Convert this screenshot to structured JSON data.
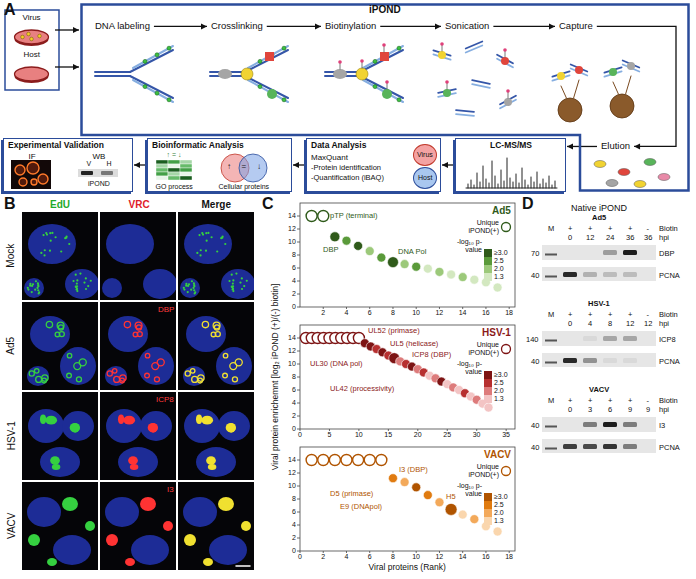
{
  "diagram": {
    "nodes": [
      {
        "text": [
          "Virus"
        ]
      },
      {
        "text": [
          "Host"
        ]
      },
      {
        "text": [
          "iPOND"
        ]
      },
      {
        "text": [
          "DNA labeling"
        ],
        "in": 2
      },
      {
        "text": [
          "Crosslinking"
        ],
        "in": 2
      },
      {
        "text": [
          "Biotinylation"
        ],
        "in": 2
      },
      {
        "text": [
          "Sonication"
        ],
        "in": 2
      },
      {
        "text": [
          "Capture"
        ],
        "in": 2
      },
      {
        "text": [
          "Elution"
        ],
        "in": 2
      },
      {
        "text": [
          "Experimental Validation",
          "IF",
          "WB",
          "V",
          "H",
          "iPOND"
        ]
      },
      {
        "text": [
          "Bioinformatic Analysis",
          "↑ = ↓",
          "GO process",
          "Cellular proteins",
          "↑",
          "=",
          "↓"
        ]
      },
      {
        "text": [
          "Data Analysis",
          "MaxQuant",
          "-Protein identification",
          "-Quantification (iBAQ)"
        ]
      },
      {
        "text": [
          "Virus"
        ],
        "in": 11
      },
      {
        "text": [
          "Host"
        ],
        "in": 11
      },
      {
        "text": [
          "LC-MS/MS"
        ]
      }
    ],
    "edges": [
      {
        "from": 0,
        "to": 2,
        "arrow": "to"
      },
      {
        "from": 1,
        "to": 2,
        "arrow": "to"
      },
      {
        "from": 3,
        "to": 4,
        "arrow": "to"
      },
      {
        "from": 4,
        "to": 5,
        "arrow": "to"
      },
      {
        "from": 5,
        "to": 6,
        "arrow": "to"
      },
      {
        "from": 6,
        "to": 7,
        "arrow": "to"
      },
      {
        "from": 7,
        "to": 8,
        "arrow": "to"
      },
      {
        "from": 8,
        "to": 14,
        "arrow": "to"
      },
      {
        "from": 14,
        "to": 11,
        "arrow": "to"
      },
      {
        "from": 11,
        "to": 10,
        "arrow": "to"
      },
      {
        "from": 10,
        "to": 9,
        "arrow": "to"
      }
    ],
    "labels": [
      "A",
      "B",
      "EdU",
      "VRC",
      "Merge",
      "Mock",
      "Ad5",
      "HSV-1",
      "VACV",
      "DBP",
      "ICP8",
      "I3",
      "C",
      "Viral protein enrichemnt [log₂ iPOND (+)/(-) biotin]",
      "Viral proteins (Rank)",
      "Ad5",
      "0",
      "2",
      "4",
      "6",
      "8",
      "10",
      "12",
      "14",
      "2",
      "4",
      "6",
      "8",
      "10",
      "12",
      "14",
      "16",
      "18",
      "pTP (terminal)",
      "DBP",
      "DNA Pol",
      "-log₁₀ p-value",
      "HSV-1",
      "0",
      "2",
      "4",
      "6",
      "8",
      "10",
      "12",
      "14",
      "0",
      "5",
      "10",
      "15",
      "20",
      "25",
      "30",
      "35",
      "UL52 (primase)",
      "UL5 (helicase)",
      "ICP8 (DBP)",
      "UL30 (DNA pol)",
      "UL42 (processivity)",
      "-log₁₀ p-value",
      "VACV",
      "0",
      "2",
      "4",
      "6",
      "8",
      "10",
      "12",
      "14",
      "0",
      "2",
      "4",
      "6",
      "8",
      "10",
      "12",
      "14",
      "16",
      "18",
      "I3 (DBP)",
      "D5 (primase)",
      "E9 (DNApol)",
      "H5",
      "-log₁₀ p-value",
      "D",
      "Native iPOND",
      "Ad5",
      "M",
      "+",
      "+",
      "+",
      "+",
      "-",
      "Biotin",
      "0",
      "12",
      "24",
      "36",
      "36",
      "hpi",
      "70",
      "40",
      "DBP",
      "PCNA",
      "HSV-1",
      "M",
      "+",
      "+",
      "+",
      "+",
      "-",
      "Biotin",
      "0",
      "4",
      "8",
      "12",
      "12",
      "hpi",
      "140",
      "40",
      "ICP8",
      "PCNA",
      "VACV",
      "M",
      "+",
      "+",
      "+",
      "+",
      "-",
      "Biotin",
      "0",
      "3",
      "6",
      "9",
      "9",
      "hpi",
      "40",
      "40",
      "I3",
      "PCNA"
    ],
    "legend": [
      {
        "text": "Unique iPOND(+)"
      },
      {
        "text": "≥3.0",
        "color": "#2f5a1a"
      },
      {
        "text": "2.5",
        "color": "#5a9a3a"
      },
      {
        "text": "2.0",
        "color": "#9cc97a"
      },
      {
        "text": "1.3",
        "color": "#d3e8c0"
      },
      {
        "text": "Unique iPOND(+)"
      },
      {
        "text": "≥3.0",
        "color": "#7d1414"
      },
      {
        "text": "2.5",
        "color": "#b73030"
      },
      {
        "text": "2.0",
        "color": "#dd7b7b"
      },
      {
        "text": "1.3",
        "color": "#f3c4c4"
      },
      {
        "text": "Unique iPOND(+)"
      },
      {
        "text": "≥3.0",
        "color": "#b05400"
      },
      {
        "text": "2.5",
        "color": "#e07b10"
      },
      {
        "text": "2.0",
        "color": "#f3a95a"
      },
      {
        "text": "1.3",
        "color": "#fad6ad"
      }
    ]
  }
}
